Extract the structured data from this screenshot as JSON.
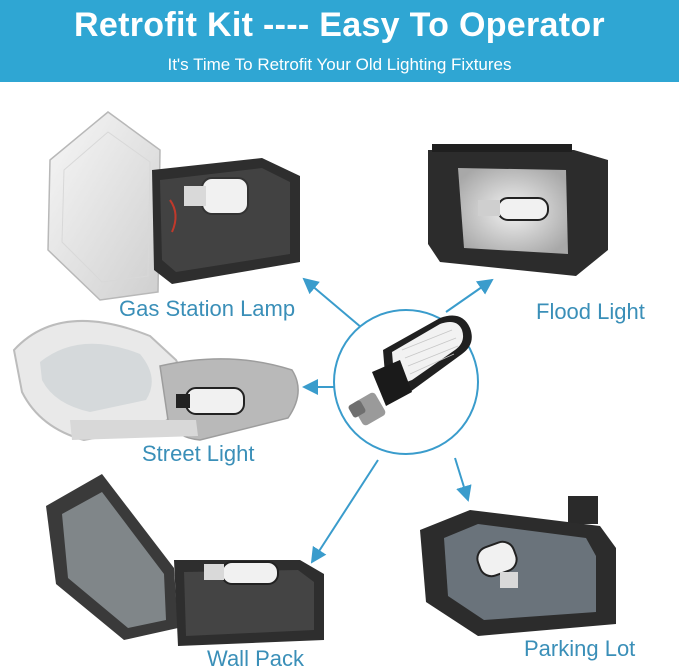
{
  "banner": {
    "title": "Retrofit Kit ---- Easy To Operator",
    "subtitle": "It's Time To Retrofit Your Old Lighting Fixtures",
    "color": "#2fa6d3"
  },
  "labels": {
    "gas_station": "Gas Station Lamp",
    "flood": "Flood Light",
    "street": "Street Light",
    "wall_pack": "Wall Pack",
    "parking_lot": "Parking Lot"
  },
  "accent": "#3a8fb8"
}
